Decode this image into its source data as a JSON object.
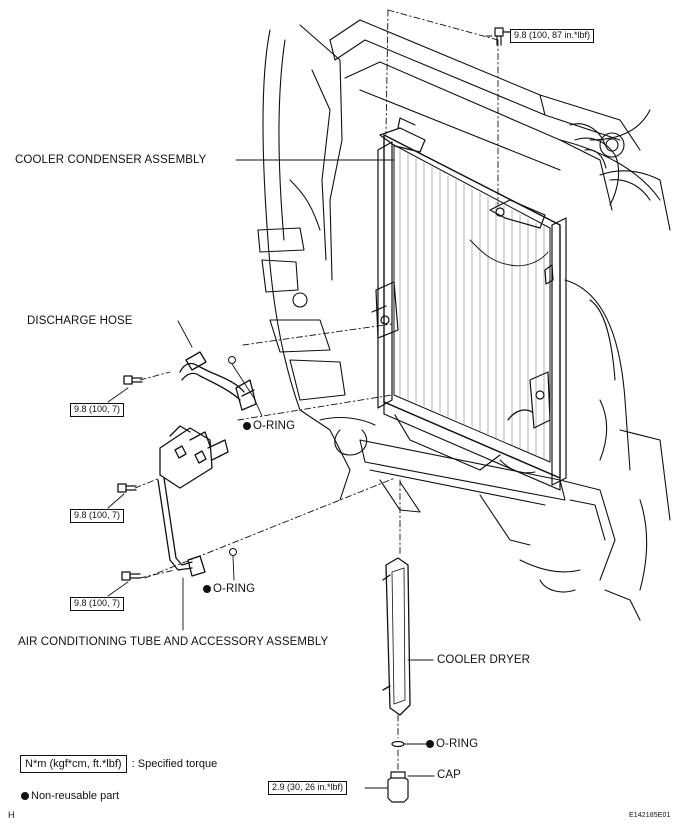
{
  "labels": {
    "cooler_condenser": "COOLER CONDENSER ASSEMBLY",
    "discharge_hose": "DISCHARGE HOSE",
    "o_ring_1": "O-RING",
    "o_ring_2": "O-RING",
    "o_ring_3": "O-RING",
    "ac_tube": "AIR CONDITIONING TUBE AND ACCESSORY ASSEMBLY",
    "cooler_dryer": "COOLER DRYER",
    "cap": "CAP"
  },
  "torques": {
    "top_bolt": "9.8 (100, 87 in.*lbf)",
    "hose_bolt": "9.8 (100, 7)",
    "tube_bolt_1": "9.8 (100, 7)",
    "tube_bolt_2": "9.8 (100, 7)",
    "cap": "2.9 (30, 26 in.*lbf)"
  },
  "legend": {
    "torque_unit": "N*m (kgf*cm, ft.*lbf)",
    "torque_text": ": Specified torque",
    "nonreusable_text": "Non-reusable part"
  },
  "corner": {
    "left": "H",
    "right": "E142185E01"
  }
}
